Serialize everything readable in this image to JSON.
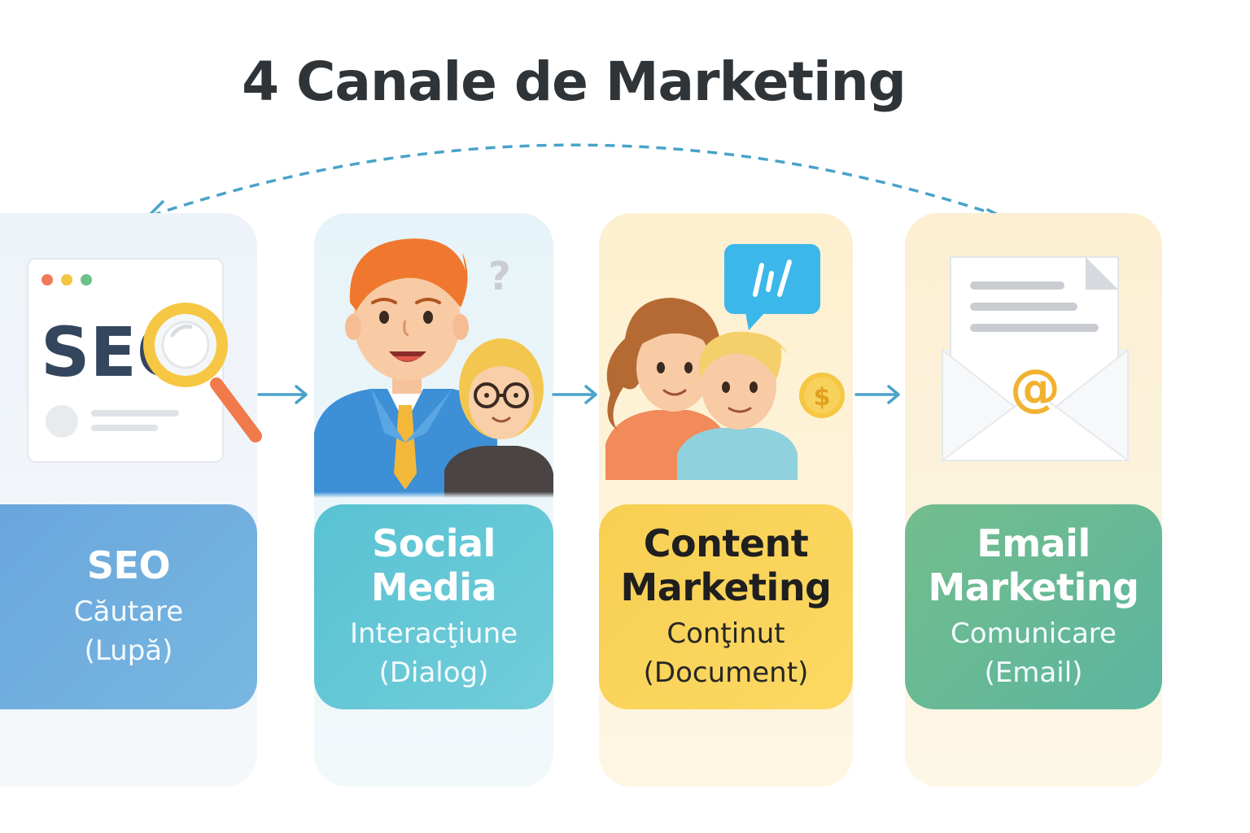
{
  "title": "4 Canale de Marketing",
  "icons": {
    "seo": "seo-magnifier-window",
    "social": "people-dialog",
    "content": "people-chat-document",
    "email": "envelope-at-sign"
  },
  "seo_illustration": {
    "text": "SEO"
  },
  "channels": [
    {
      "name": "SEO",
      "desc": "Căutare\n(Lupă)",
      "color": "#6aa6dd"
    },
    {
      "name": "Social\nMedia",
      "desc": "Interacţiune\n(Dialog)",
      "color": "#58c2d3"
    },
    {
      "name": "Content\nMarketing",
      "desc": "Conţinut\n(Document)",
      "color": "#f7cf52"
    },
    {
      "name": "Email\nMarketing",
      "desc": "Comunicare\n(Email)",
      "color": "#73bd8c"
    }
  ],
  "colors": {
    "arrow": "#4aa3c8",
    "title": "#2f3438"
  }
}
